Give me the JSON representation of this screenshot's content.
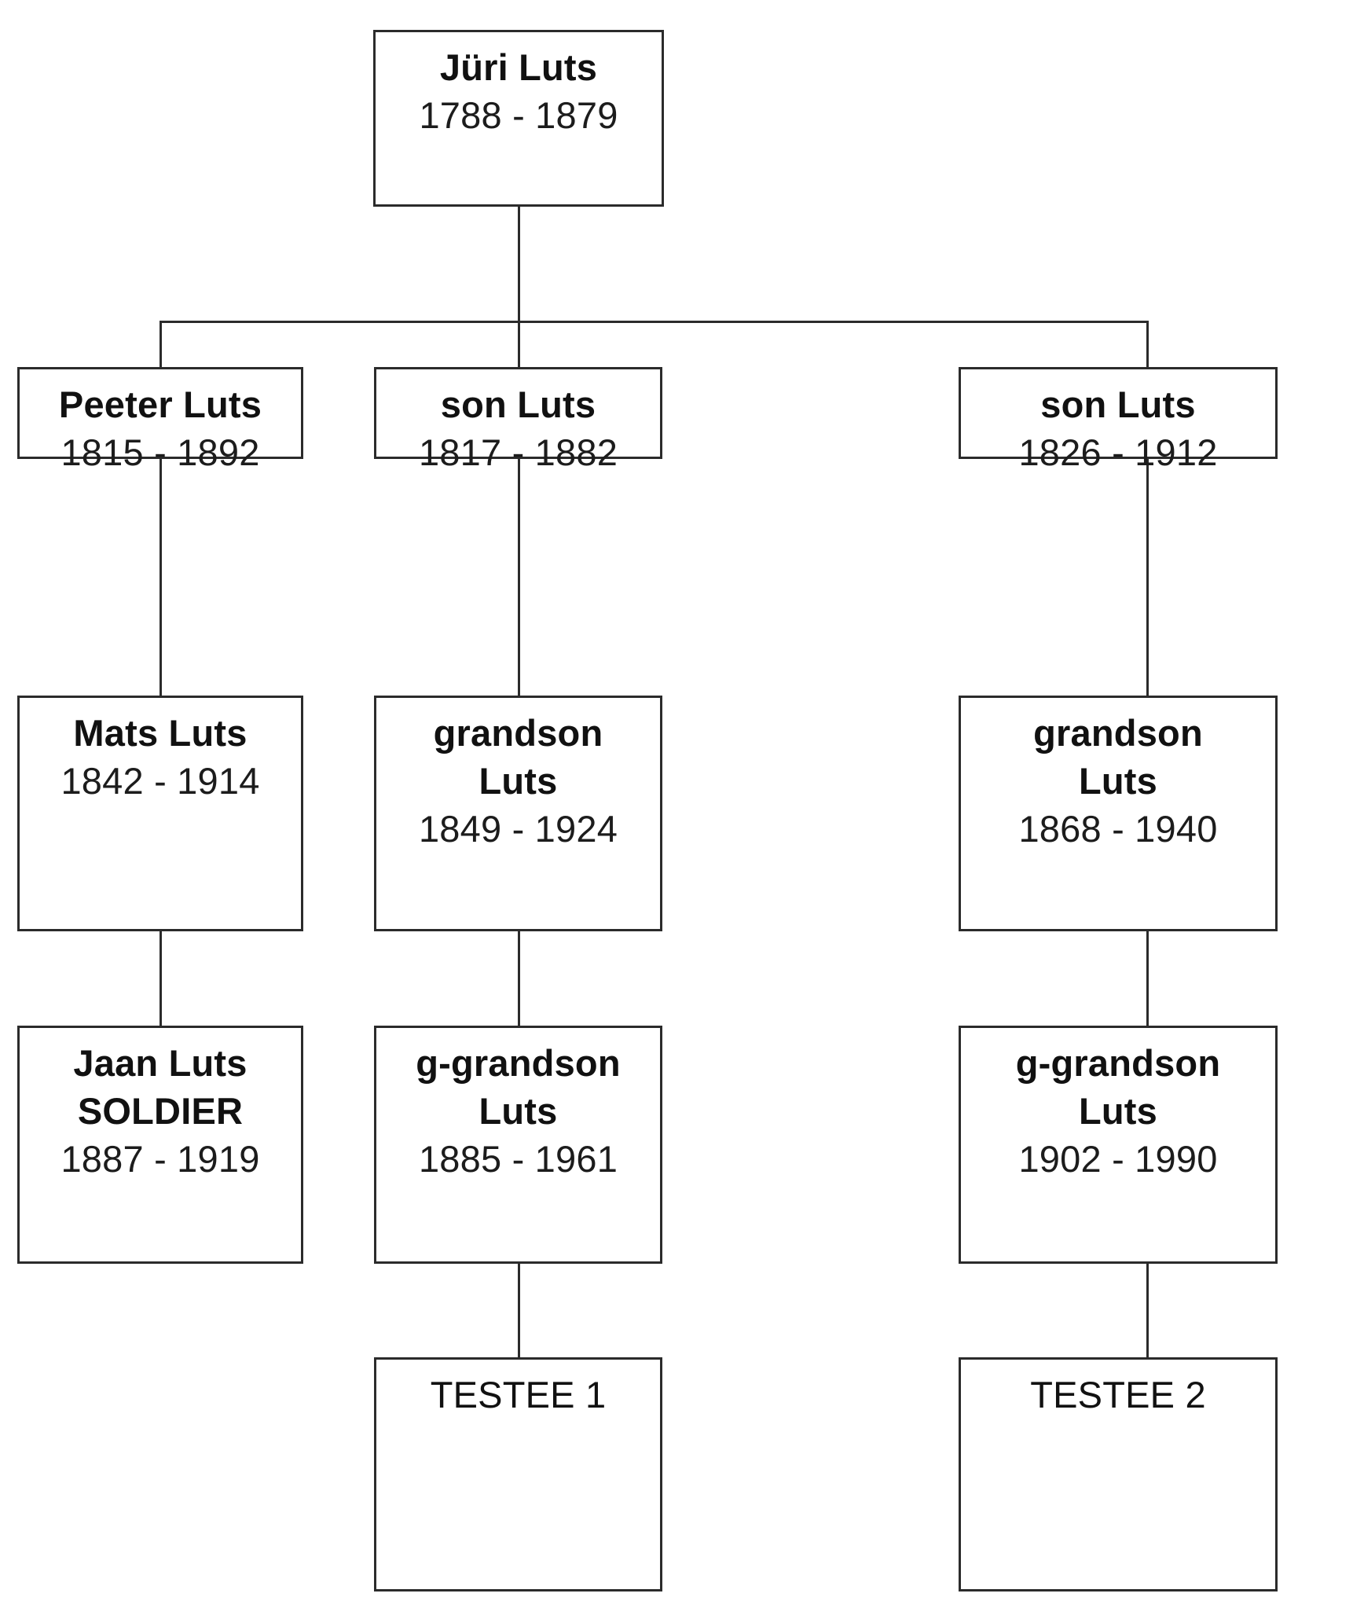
{
  "diagram": {
    "title": "Luts family pedigree chart",
    "line_color": "#2b2b2b",
    "box_border_color": "#2b2b2b",
    "background_color": "#ffffff",
    "text_color": "#111111"
  },
  "nodes": {
    "root": {
      "name": "Jüri Luts",
      "dates": "1788 - 1879"
    },
    "gen2_left": {
      "name": "Peeter Luts",
      "dates": "1815 - 1892"
    },
    "gen2_mid": {
      "name": "son Luts",
      "dates": "1817 - 1882"
    },
    "gen2_right": {
      "name": "son Luts",
      "dates": "1826 - 1912"
    },
    "gen3_left": {
      "name": "Mats Luts",
      "dates": "1842 - 1914"
    },
    "gen3_mid": {
      "name_line1": "grandson",
      "name_line2": "Luts",
      "dates": "1849 - 1924"
    },
    "gen3_right": {
      "name_line1": "grandson",
      "name_line2": "Luts",
      "dates": "1868 - 1940"
    },
    "gen4_left": {
      "name_line1": "Jaan Luts",
      "name_line2": "SOLDIER",
      "dates": "1887 - 1919"
    },
    "gen4_mid": {
      "name_line1": "g-grandson",
      "name_line2": "Luts",
      "dates": "1885 - 1961"
    },
    "gen4_right": {
      "name_line1": "g-grandson",
      "name_line2": "Luts",
      "dates": "1902 - 1990"
    },
    "gen5_mid": {
      "label": "TESTEE 1"
    },
    "gen5_right": {
      "label": "TESTEE 2"
    }
  }
}
